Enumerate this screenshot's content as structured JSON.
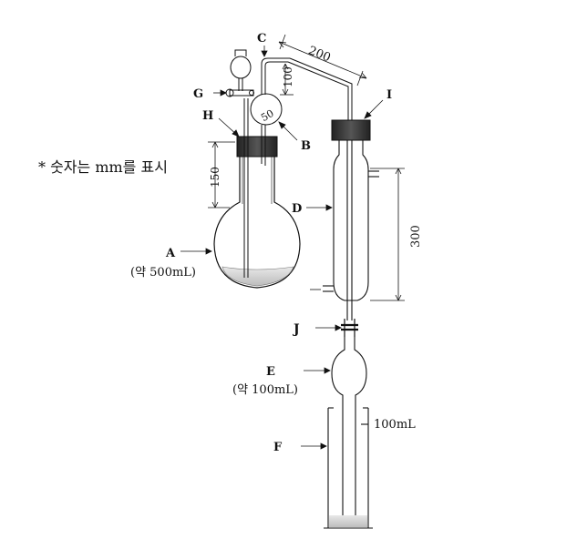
{
  "note": "* 숫자는 mm를 표시",
  "labels": {
    "A": "A",
    "A_sub": "(약 500mL)",
    "B": "B",
    "C": "C",
    "D": "D",
    "E": "E",
    "E_sub": "(약 100mL)",
    "F": "F",
    "G": "G",
    "H": "H",
    "I": "I",
    "J": "J"
  },
  "dimensions": {
    "d200": "200",
    "d100": "100",
    "d50": "50",
    "d150": "150",
    "d300": "300",
    "d100mL": "100mL"
  }
}
